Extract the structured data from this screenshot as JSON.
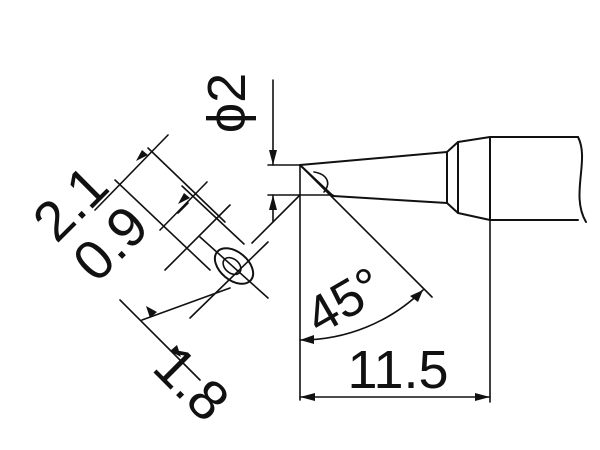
{
  "dimensions": {
    "diameter": "ϕ2",
    "flat_width": "2.1",
    "face_width": "0.9",
    "offset": "1.8",
    "bevel_angle": "45°",
    "length": "11.5"
  },
  "colors": {
    "line": "#111111",
    "background": "#ffffff"
  }
}
